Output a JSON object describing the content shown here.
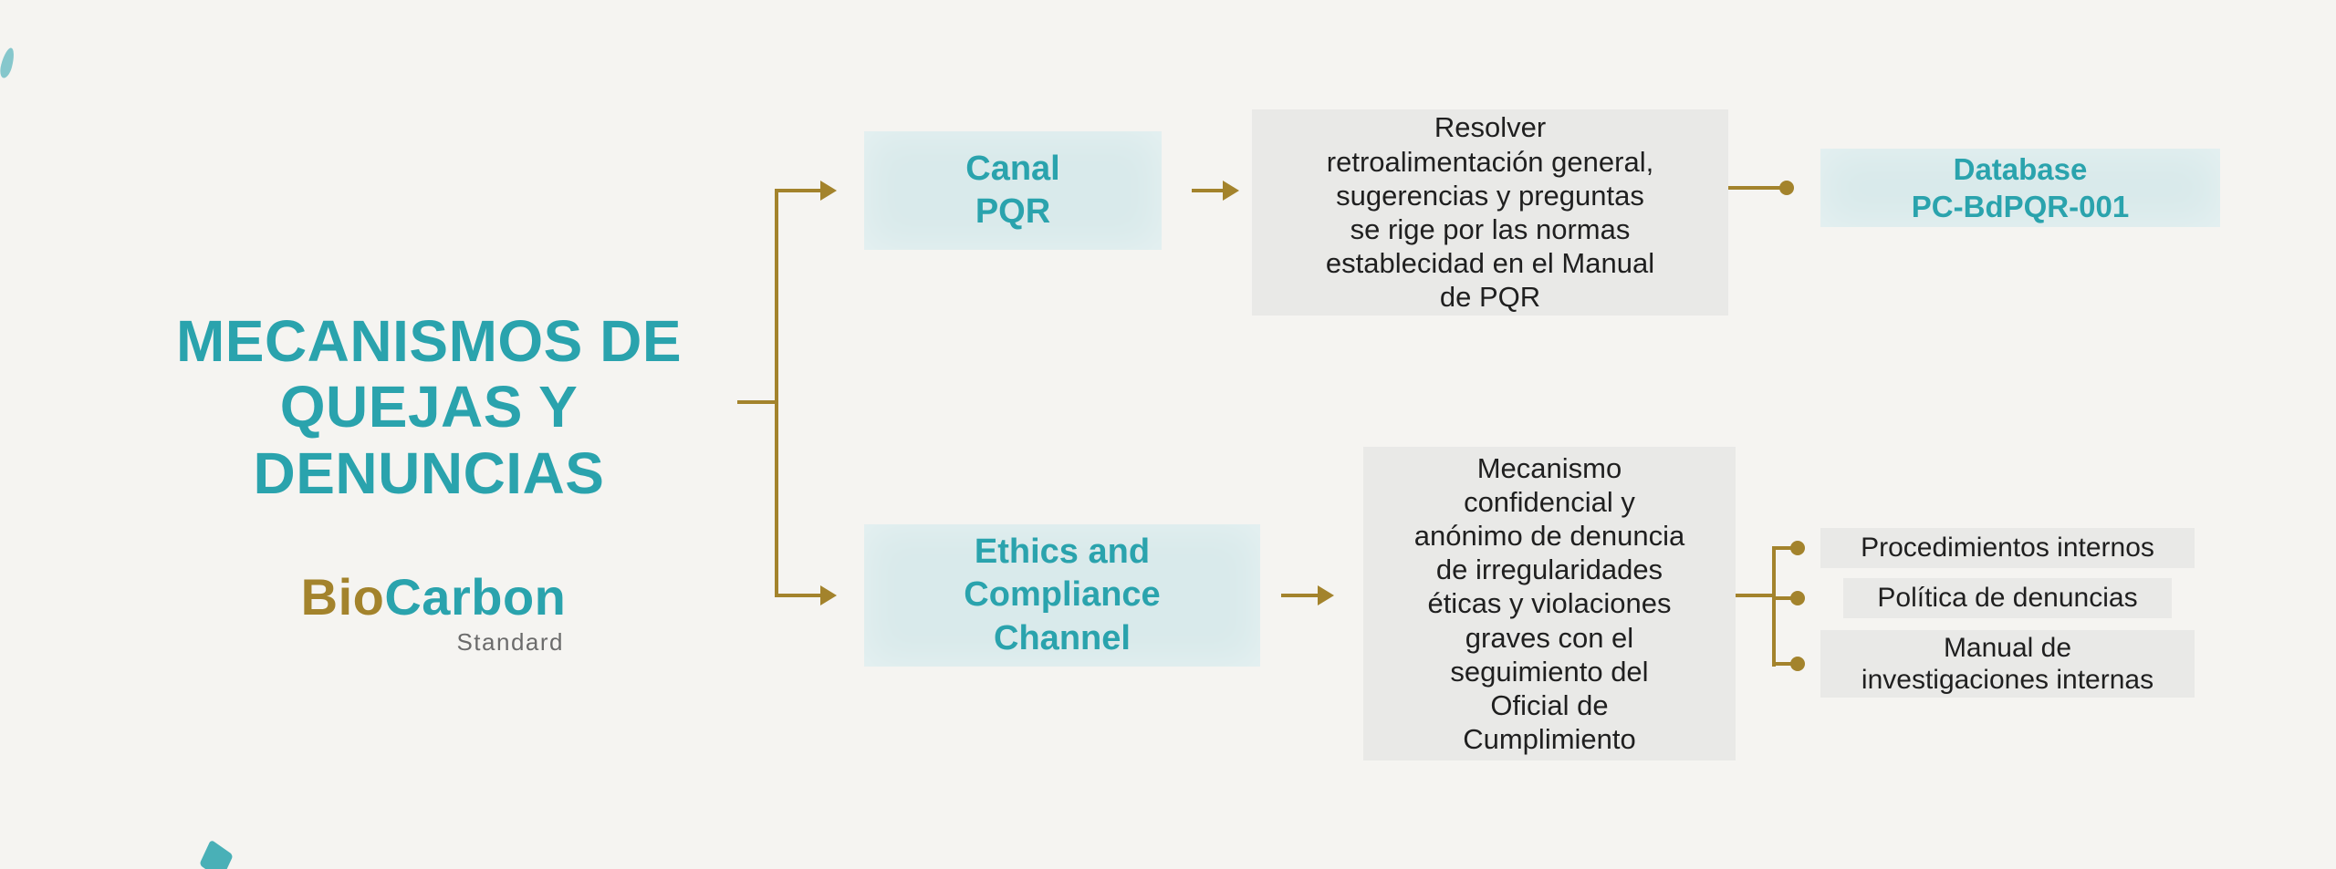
{
  "title": "MECANISMOS DE\nQUEJAS Y\nDENUNCIAS",
  "logo": {
    "bio": "Bio",
    "carbon": "Carbon",
    "standard": "Standard"
  },
  "pqr_branch": {
    "channel_label": "Canal\nPQR",
    "description": "Resolver\nretroalimentación general,\nsugerencias y preguntas\nse rige por las normas\nestablecidad en el Manual\nde PQR",
    "database_label": "Database\nPC-BdPQR-001"
  },
  "ethics_branch": {
    "channel_label": "Ethics and\nCompliance\nChannel",
    "description": "Mecanismo\nconfidencial y\nanónimo de denuncia\nde irregularidades\néticas y violaciones\ngraves con el\nseguimiento del\nOficial de\nCumplimiento",
    "documents": [
      {
        "label": "Procedimientos internos"
      },
      {
        "label": "Política de denuncias"
      },
      {
        "label": "Manual de\ninvestigaciones internas"
      }
    ]
  },
  "colors": {
    "teal": "#2aa3ad",
    "gold": "#a3832c",
    "channel_bg": "#d9eaeb",
    "gray_bg": "#e9e9e7",
    "background": "#f5f4f1",
    "text_dark": "#1f1f1f",
    "logo_gray": "#6b6b6b"
  }
}
